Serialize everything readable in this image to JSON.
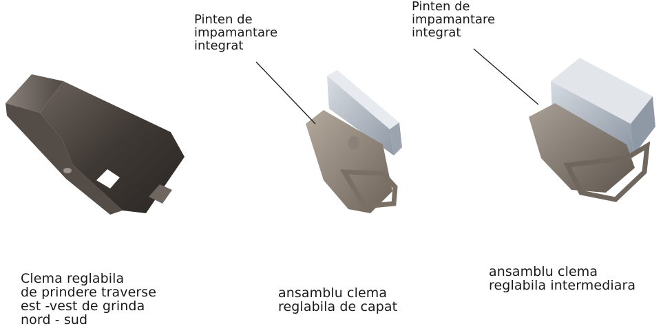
{
  "figures": [
    {
      "id": "traverse-clamp",
      "caption_lines": [
        "Clema reglabila",
        "de prindere traverse",
        "est -vest de grinda",
        "nord - sud"
      ]
    },
    {
      "id": "end-clamp-assembly",
      "callout_lines": [
        "Pinten de",
        "impamantare",
        "integrat"
      ],
      "caption_lines": [
        "ansamblu clema",
        "reglabila de capat"
      ]
    },
    {
      "id": "middle-clamp-assembly",
      "callout_lines": [
        "Pinten de",
        "impamantare",
        "integrat"
      ],
      "caption_lines": [
        "ansamblu clema",
        "reglabila intermediara"
      ]
    }
  ]
}
